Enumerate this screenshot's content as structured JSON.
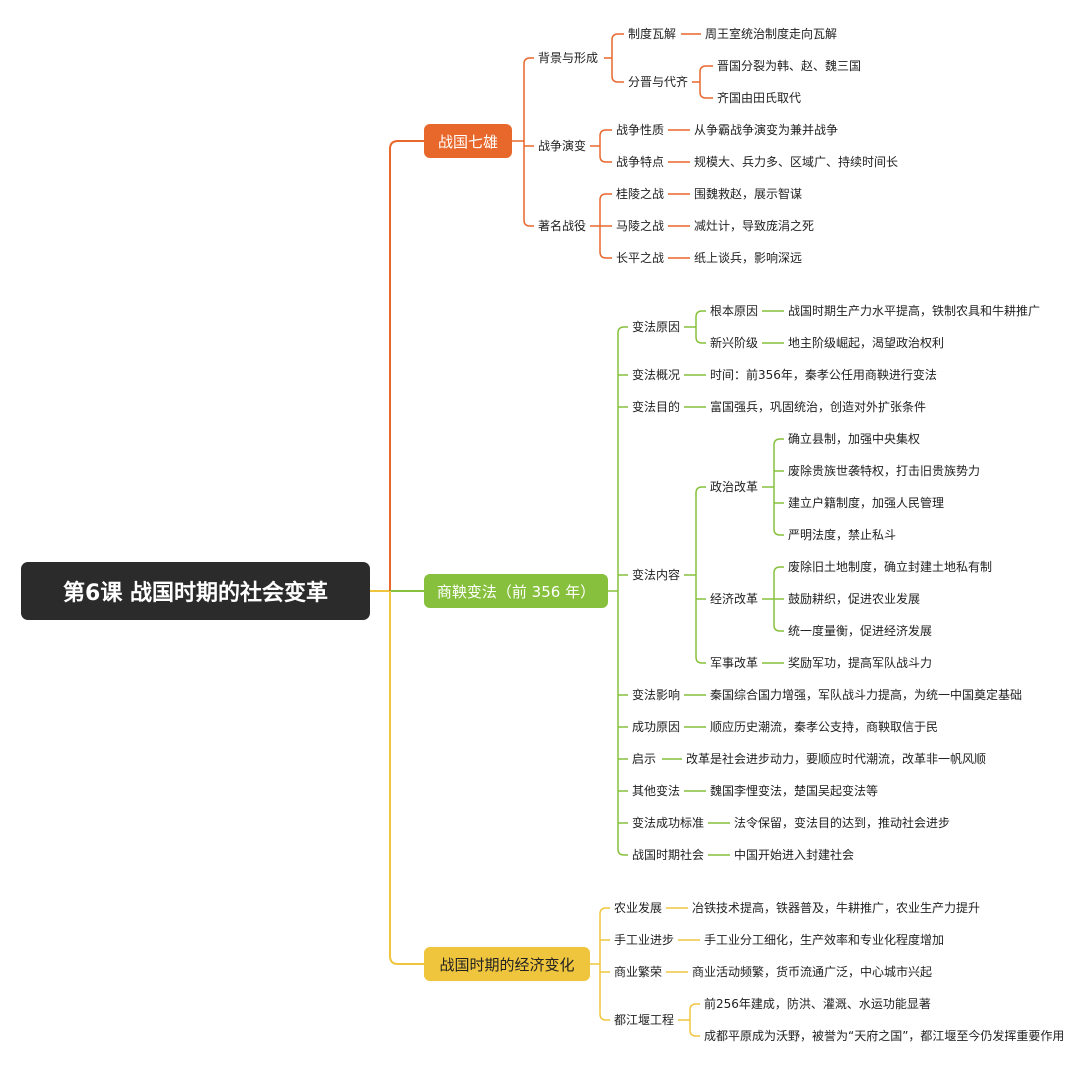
{
  "title": "第6课 战国时期的社会变革",
  "colors": {
    "orange": "#e8672b",
    "green": "#86c03c",
    "yellow": "#f0c53e",
    "root": "#2b2b2b"
  },
  "branches": {
    "qixiong": {
      "label": "战国七雄",
      "bg": {
        "label": "背景与形成",
        "zhidu": "制度瓦解",
        "zhidu_desc": "周王室统治制度走向瓦解",
        "fenjin": "分晋与代齐",
        "fenjin_1": "晋国分裂为韩、赵、魏三国",
        "fenjin_2": "齐国由田氏取代"
      },
      "war": {
        "label": "战争演变",
        "xingzhi": "战争性质",
        "xingzhi_desc": "从争霸战争演变为兼并战争",
        "tedian": "战争特点",
        "tedian_desc": "规模大、兵力多、区域广、持续时间长"
      },
      "battles": {
        "label": "著名战役",
        "guiling": "桂陵之战",
        "guiling_desc": "围魏救赵，展示智谋",
        "maling": "马陵之战",
        "maling_desc": "减灶计，导致庞涓之死",
        "changping": "长平之战",
        "changping_desc": "纸上谈兵，影响深远"
      }
    },
    "shangyang": {
      "label": "商鞅变法（前 356 年）",
      "reason": {
        "label": "变法原因",
        "genben": "根本原因",
        "genben_desc": "战国时期生产力水平提高，铁制农具和牛耕推广",
        "xinxing": "新兴阶级",
        "xinxing_desc": "地主阶级崛起，渴望政治权利"
      },
      "overview": {
        "label": "变法概况",
        "desc": "时间：前356年，秦孝公任用商鞅进行变法"
      },
      "goal": {
        "label": "变法目的",
        "desc": "富国强兵，巩固统治，创造对外扩张条件"
      },
      "content": {
        "label": "变法内容",
        "political": {
          "label": "政治改革",
          "items": [
            "确立县制，加强中央集权",
            "废除贵族世袭特权，打击旧贵族势力",
            "建立户籍制度，加强人民管理",
            "严明法度，禁止私斗"
          ]
        },
        "economic": {
          "label": "经济改革",
          "items": [
            "废除旧土地制度，确立封建土地私有制",
            "鼓励耕织，促进农业发展",
            "统一度量衡，促进经济发展"
          ]
        },
        "military": {
          "label": "军事改革",
          "desc": "奖励军功，提高军队战斗力"
        }
      },
      "impact": {
        "label": "变法影响",
        "desc": "秦国综合国力增强，军队战斗力提高，为统一中国奠定基础"
      },
      "success": {
        "label": "成功原因",
        "desc": "顺应历史潮流，秦孝公支持，商鞅取信于民"
      },
      "lesson": {
        "label": "启示",
        "desc": "改革是社会进步动力，要顺应时代潮流，改革非一帆风顺"
      },
      "other": {
        "label": "其他变法",
        "desc": "魏国李悝变法，楚国吴起变法等"
      },
      "standard": {
        "label": "变法成功标准",
        "desc": "法令保留，变法目的达到，推动社会进步"
      },
      "society": {
        "label": "战国时期社会",
        "desc": "中国开始进入封建社会"
      }
    },
    "economy": {
      "label": "战国时期的经济变化",
      "agri": {
        "label": "农业发展",
        "desc": "冶铁技术提高，铁器普及，牛耕推广，农业生产力提升"
      },
      "craft": {
        "label": "手工业进步",
        "desc": "手工业分工细化，生产效率和专业化程度增加"
      },
      "commerce": {
        "label": "商业繁荣",
        "desc": "商业活动频繁，货币流通广泛，中心城市兴起"
      },
      "dujiangyan": {
        "label": "都江堰工程",
        "desc1": "前256年建成，防洪、灌溉、水运功能显著",
        "desc2": "成都平原成为沃野，被誉为“天府之国”，都江堰至今仍发挥重要作用"
      }
    }
  }
}
